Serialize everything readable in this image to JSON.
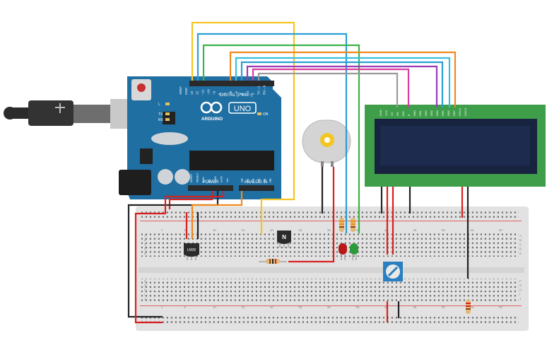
{
  "arduino": {
    "logo_text": "ARDUINO",
    "model": "UNO",
    "digital_label": "DIGITAL (PWM~)",
    "power_label": "POWER",
    "analog_label": "ANALOG IN",
    "on_label": "ON",
    "led_l": "L",
    "led_tx": "TX",
    "led_rx": "RX",
    "digital_pins": [
      "AREF",
      "GND",
      "13",
      "12",
      "~11",
      "~10",
      "~9",
      "8",
      "7",
      "~6",
      "~5",
      "4",
      "~3",
      "2",
      "TX→1",
      "RX←0"
    ],
    "power_pins": [
      "IOREF",
      "RESET",
      "3.3V",
      "5V",
      "GND",
      "GND",
      "Vin"
    ],
    "analog_pins": [
      "A0",
      "A1",
      "A2",
      "A3",
      "A4",
      "A5"
    ]
  },
  "breadboard": {
    "row_letters_top": [
      "A",
      "B",
      "C",
      "D",
      "E"
    ],
    "row_letters_bottom": [
      "F",
      "G",
      "H",
      "I",
      "J"
    ],
    "column_numbers": [
      "1",
      "5",
      "10",
      "15",
      "20",
      "25",
      "30",
      "35",
      "40",
      "45",
      "50",
      "55",
      "60"
    ]
  },
  "components": {
    "temp_sensor": "LM35",
    "transistor": "N"
  },
  "lcd": {
    "pins": [
      "GND",
      "VCC",
      "V0",
      "RS",
      "RW",
      "E",
      "DB0",
      "DB1",
      "DB2",
      "DB3",
      "DB4",
      "DB5",
      "DB6",
      "DB7",
      "LED A",
      "LED K"
    ]
  },
  "colors": {
    "board_blue": "#1f6fa3",
    "breadboard": "#e2e2e2",
    "lcd_green": "#3f9e4a",
    "lcd_screen": "#1c2b4e",
    "wire_yellow": "#f3c623",
    "wire_blue": "#2a9fd6",
    "wire_green": "#3cb24a",
    "wire_orange": "#ef8a1c",
    "wire_cyan": "#38c0e0",
    "wire_magenta": "#d63ca0",
    "wire_gray": "#9a9a9a",
    "wire_red": "#d92020",
    "wire_black": "#222222"
  }
}
